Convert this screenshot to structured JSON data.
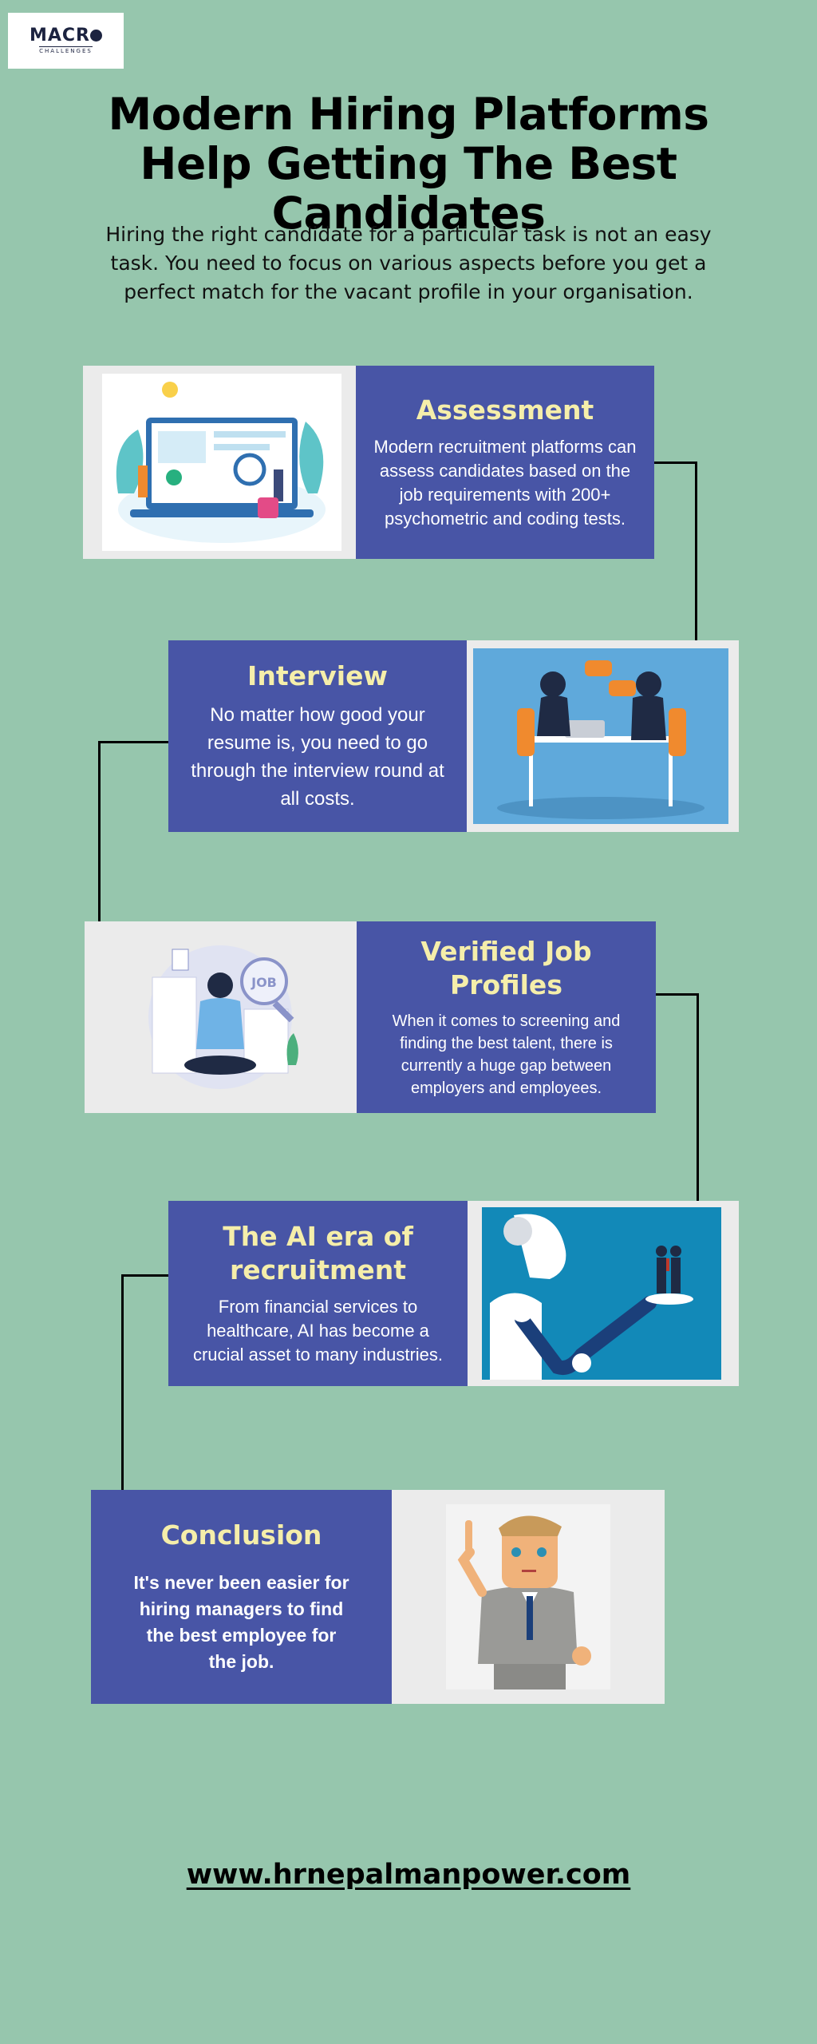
{
  "logo": {
    "line1a": "MACR",
    "line2": "CHALLENGES"
  },
  "title": "Modern Hiring Platforms Help Getting The Best Candidates",
  "intro": "Hiring the right candidate for a particular task is not an easy task. You need to focus on various aspects before you get a perfect match for the vacant profile in your organisation.",
  "sections": [
    {
      "heading": "Assessment",
      "body": "Modern recruitment platforms can assess candidates based on the job requirements with 200+ psychometric and coding tests."
    },
    {
      "heading": "Interview",
      "body": "No matter how good your resume is, you need to go through the interview round at all costs."
    },
    {
      "heading": "Verified Job Profiles",
      "body": "When it comes to screening and finding the best talent, there is currently a huge gap between employers and employees.",
      "badge": "JOB"
    },
    {
      "heading": "The AI era of recruitment",
      "body": "From financial services to healthcare, AI has become a crucial asset to many industries."
    },
    {
      "heading": "Conclusion",
      "body": "It's never been easier for hiring managers to find the best employee for the job."
    }
  ],
  "footer": {
    "url": "www.hrnepalmanpower.com"
  },
  "colors": {
    "background": "#96c6ad",
    "panel": "#4855a6",
    "heading": "#f5eeaa",
    "frame": "#ebebeb"
  }
}
